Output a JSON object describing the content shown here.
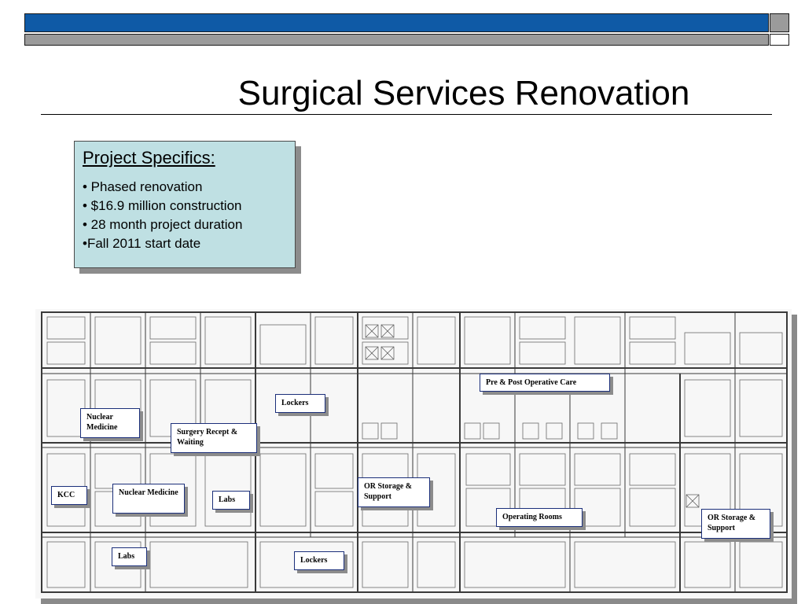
{
  "slide": {
    "title": "Surgical Services Renovation"
  },
  "specifics": {
    "heading": "Project Specifics:",
    "items": [
      "• Phased renovation",
      "• $16.9 million construction",
      "• 28 month project duration",
      "•Fall 2011 start date"
    ]
  },
  "floorplan": {
    "labels": {
      "pre_post_op": "Pre & Post Operative Care",
      "lockers_top": "Lockers",
      "nuclear_medicine_top": "Nuclear Medicine",
      "surgery_reception": "Surgery Recept & Waiting",
      "kcc": "KCC",
      "nuclear_medicine_bottom": "Nuclear Medicine",
      "labs_center": "Labs",
      "or_storage_center": "OR Storage & Support",
      "operating_rooms": "Operating Rooms",
      "or_storage_right": "OR Storage & Support",
      "labs_bottom": "Labs",
      "lockers_bottom": "Lockers"
    }
  }
}
